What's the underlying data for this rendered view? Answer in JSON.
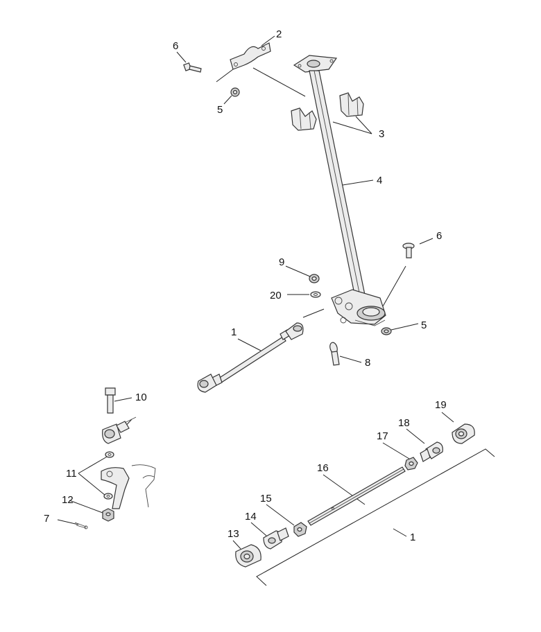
{
  "callouts": [
    {
      "id": "c2",
      "text": "2"
    },
    {
      "id": "c6a",
      "text": "6"
    },
    {
      "id": "c5a",
      "text": "5"
    },
    {
      "id": "c3",
      "text": "3"
    },
    {
      "id": "c4",
      "text": "4"
    },
    {
      "id": "c6b",
      "text": "6"
    },
    {
      "id": "c9",
      "text": "9"
    },
    {
      "id": "c20",
      "text": "20"
    },
    {
      "id": "c5b",
      "text": "5"
    },
    {
      "id": "c1a",
      "text": "1"
    },
    {
      "id": "c8",
      "text": "8"
    },
    {
      "id": "c10",
      "text": "10"
    },
    {
      "id": "c19",
      "text": "19"
    },
    {
      "id": "c18",
      "text": "18"
    },
    {
      "id": "c17",
      "text": "17"
    },
    {
      "id": "c16",
      "text": "16"
    },
    {
      "id": "c11",
      "text": "11"
    },
    {
      "id": "c15",
      "text": "15"
    },
    {
      "id": "c12",
      "text": "12"
    },
    {
      "id": "c14",
      "text": "14"
    },
    {
      "id": "c7",
      "text": "7"
    },
    {
      "id": "c13",
      "text": "13"
    },
    {
      "id": "c1b",
      "text": "1"
    }
  ]
}
